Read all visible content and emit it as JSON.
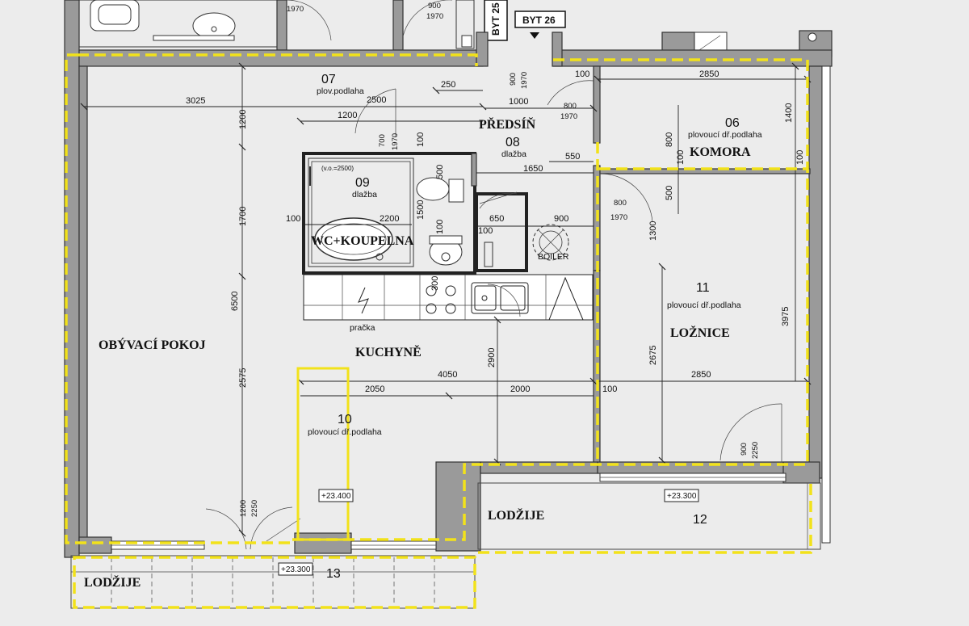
{
  "rooms": {
    "r07": {
      "number": "07",
      "floor": "plov.podlaha"
    },
    "r08": {
      "number": "08",
      "floor": "dlažba",
      "name": "PŘEDSÍŇ"
    },
    "r06": {
      "number": "06",
      "floor": "plovoucí dř.podlaha",
      "name": "KOMORA"
    },
    "r09": {
      "number": "09",
      "floor": "dlažba",
      "name": "WC+KOUPELNA",
      "note": "(v.o.=2500)"
    },
    "r10": {
      "number": "10",
      "floor": "plovoucí dř.podlaha"
    },
    "r11": {
      "number": "11",
      "floor": "plovoucí dř.podlaha",
      "name": "LOŽNICE"
    },
    "r12": {
      "number": "12",
      "name": "LODŽIJE"
    },
    "r13": {
      "number": "13",
      "name": "LODŽIJE"
    },
    "living": {
      "name": "OBÝVACÍ POKOJ"
    },
    "kitchen": {
      "name": "KUCHYNĚ",
      "appliance": "pračka"
    },
    "boiler": {
      "label": "BOILER"
    }
  },
  "tags": {
    "byt26": "BYT 26",
    "byt25": "BYT 25"
  },
  "levels": {
    "l10": "+23.400",
    "l12": "+23.300",
    "l13": "+23.300"
  },
  "dims": {
    "d3025": "3025",
    "d2500": "2500",
    "d1200h": "1200",
    "d250": "250",
    "d1000": "1000",
    "d2850t": "2850",
    "d2200": "2200",
    "d100a": "100",
    "d1650": "1650",
    "d550": "550",
    "d650": "650",
    "d900": "900",
    "d100b": "100",
    "d4050": "4050",
    "d2050": "2050",
    "d2000": "2000",
    "d100c": "100",
    "d2850m": "2850",
    "d100top": "100",
    "v1200": "1200",
    "v1700": "1700",
    "v6500": "6500",
    "v2575": "2575",
    "v2900": "2900",
    "v1400": "1400",
    "v800k": "800",
    "v500": "500",
    "v1300": "1300",
    "v2675": "2675",
    "v3975": "3975",
    "v100k": "100",
    "v100w": "100",
    "v500w": "500",
    "v1500": "1500",
    "v100bath": "100",
    "v300": "300",
    "door1970a": "1970",
    "door900a": "900",
    "door800a": "800",
    "door1970b": "1970",
    "door700": "700",
    "door1970c": "1970",
    "door800b": "800",
    "door1970d": "1970",
    "door900b": "900",
    "door1970e": "1970",
    "door900c": "900",
    "door2250a": "2250",
    "door1200": "1200",
    "door2250b": "2250",
    "door1970top1": "1970",
    "door1970top2": "1970",
    "door900top": "900"
  }
}
